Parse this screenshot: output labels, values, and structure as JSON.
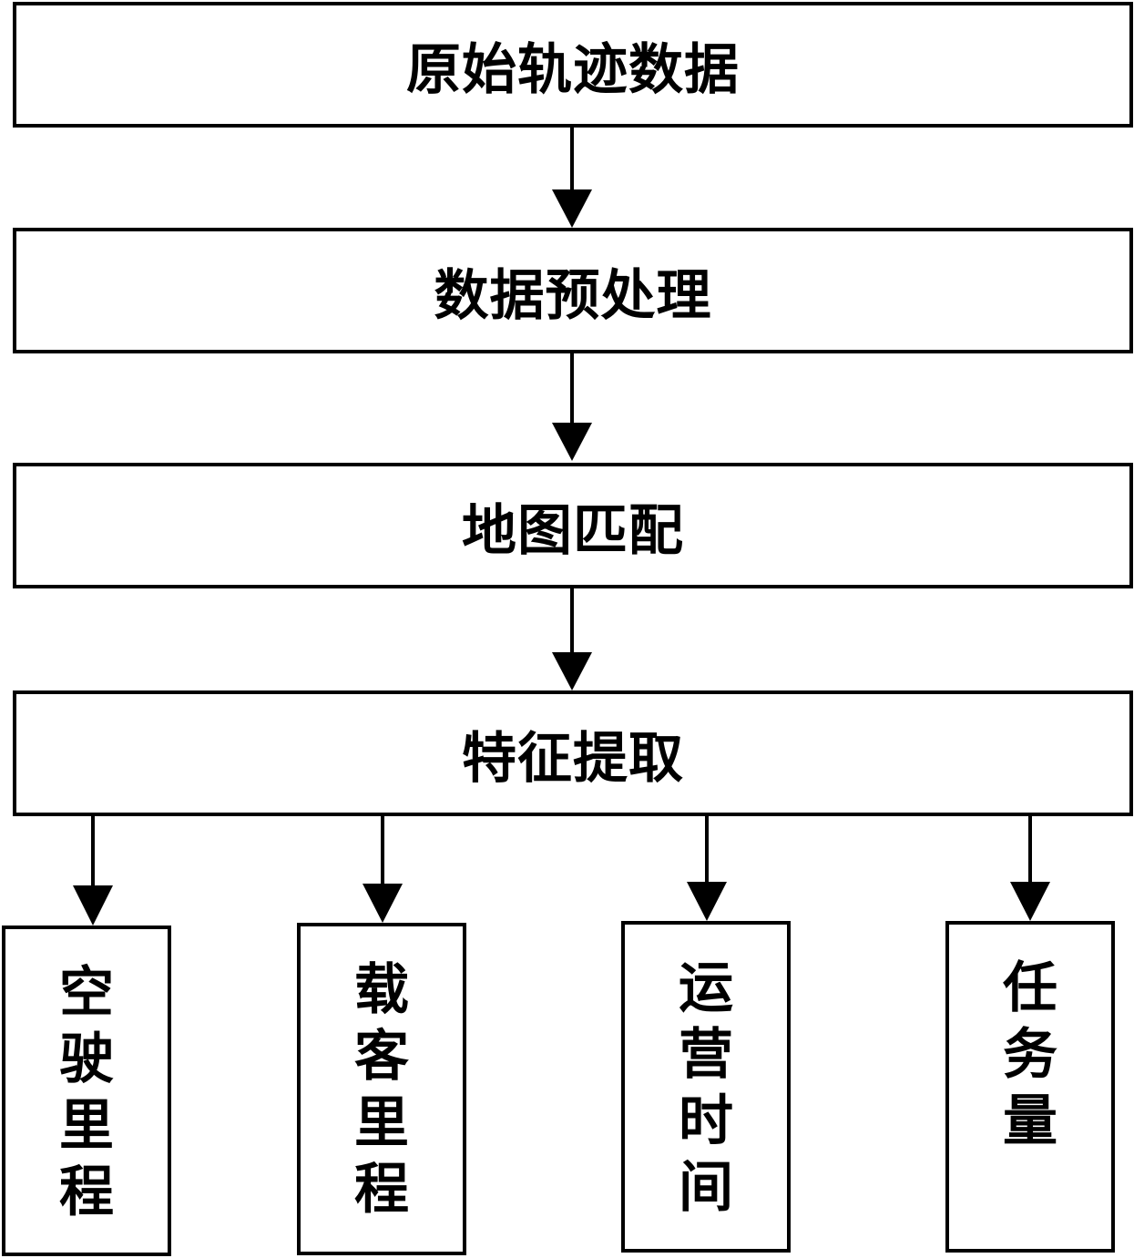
{
  "diagram": {
    "steps": [
      {
        "label": "原始轨迹数据"
      },
      {
        "label": "数据预处理"
      },
      {
        "label": "地图匹配"
      },
      {
        "label": "特征提取"
      }
    ],
    "outputs": [
      {
        "label": "空驶里程"
      },
      {
        "label": "载客里程"
      },
      {
        "label": "运营时间"
      },
      {
        "label": "任务量"
      }
    ],
    "colors": {
      "stroke": "#000000",
      "fill": "#ffffff",
      "text": "#000000"
    }
  }
}
